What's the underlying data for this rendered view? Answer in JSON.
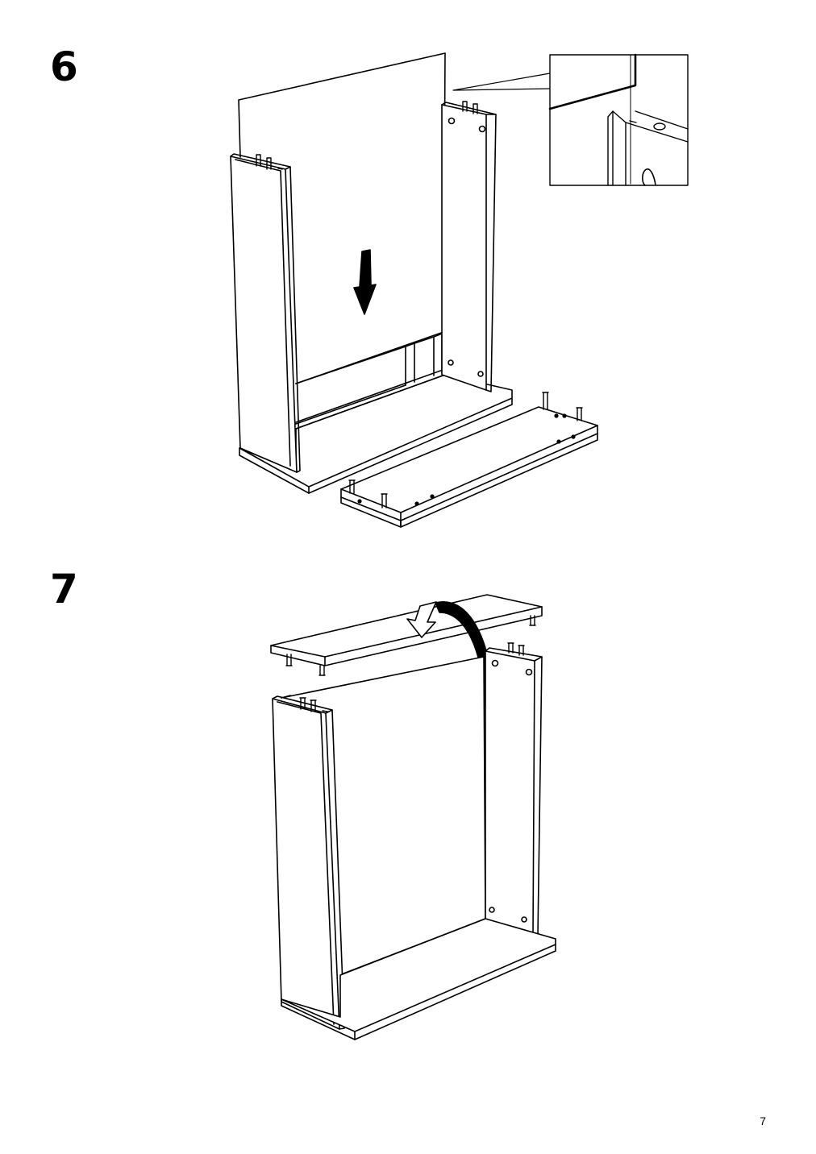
{
  "steps": [
    {
      "number": "6",
      "illustration": "insert-back-panel-into-grooves-then-attach-top-rail"
    },
    {
      "number": "7",
      "illustration": "flip-top-shelf-onto-side-panels"
    }
  ],
  "detail_callout": {
    "icon": "magnifier-detail-inset"
  },
  "page": {
    "number": "7"
  },
  "colors": {
    "ink": "#000000",
    "paper": "#ffffff"
  }
}
